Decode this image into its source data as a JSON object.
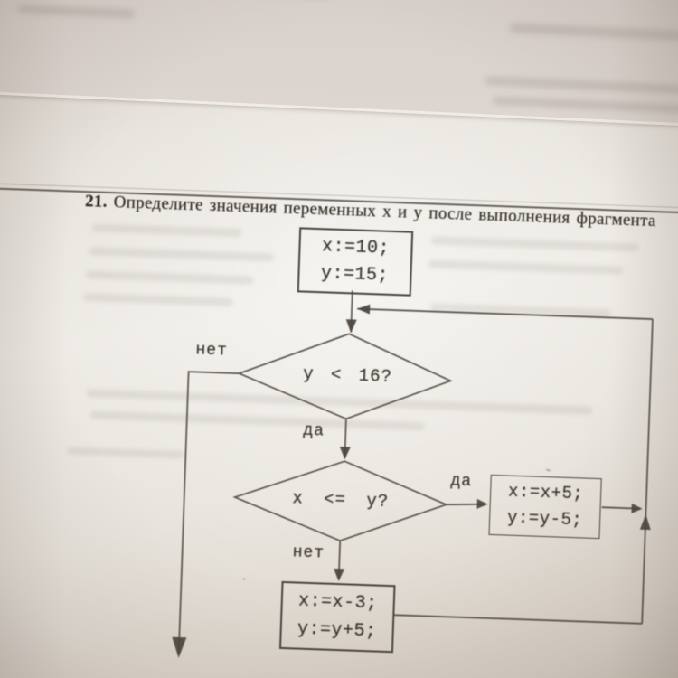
{
  "page": {
    "task_number": "21.",
    "task_title": "Определите значения переменных x и y после выполнения фрагмента"
  },
  "flowchart": {
    "start_box": {
      "line1": "x:=10;",
      "line2": "y:=15;"
    },
    "decision1": {
      "condition": "y < 16?",
      "no_label": "нет",
      "yes_label": "да"
    },
    "decision2": {
      "condition": "x <= y?",
      "yes_label": "да",
      "no_label": "нет"
    },
    "yes_box": {
      "line1": "x:=x+5;",
      "line2": "y:=y-5;"
    },
    "no_box": {
      "line1": "x:=x-3;",
      "line2": "y:=y+5;"
    }
  },
  "colors": {
    "ink": "#4a443c",
    "paper_light": "#edeae4",
    "paper_dark": "#d3cbc1",
    "back_sheet": "#d7cfca"
  }
}
